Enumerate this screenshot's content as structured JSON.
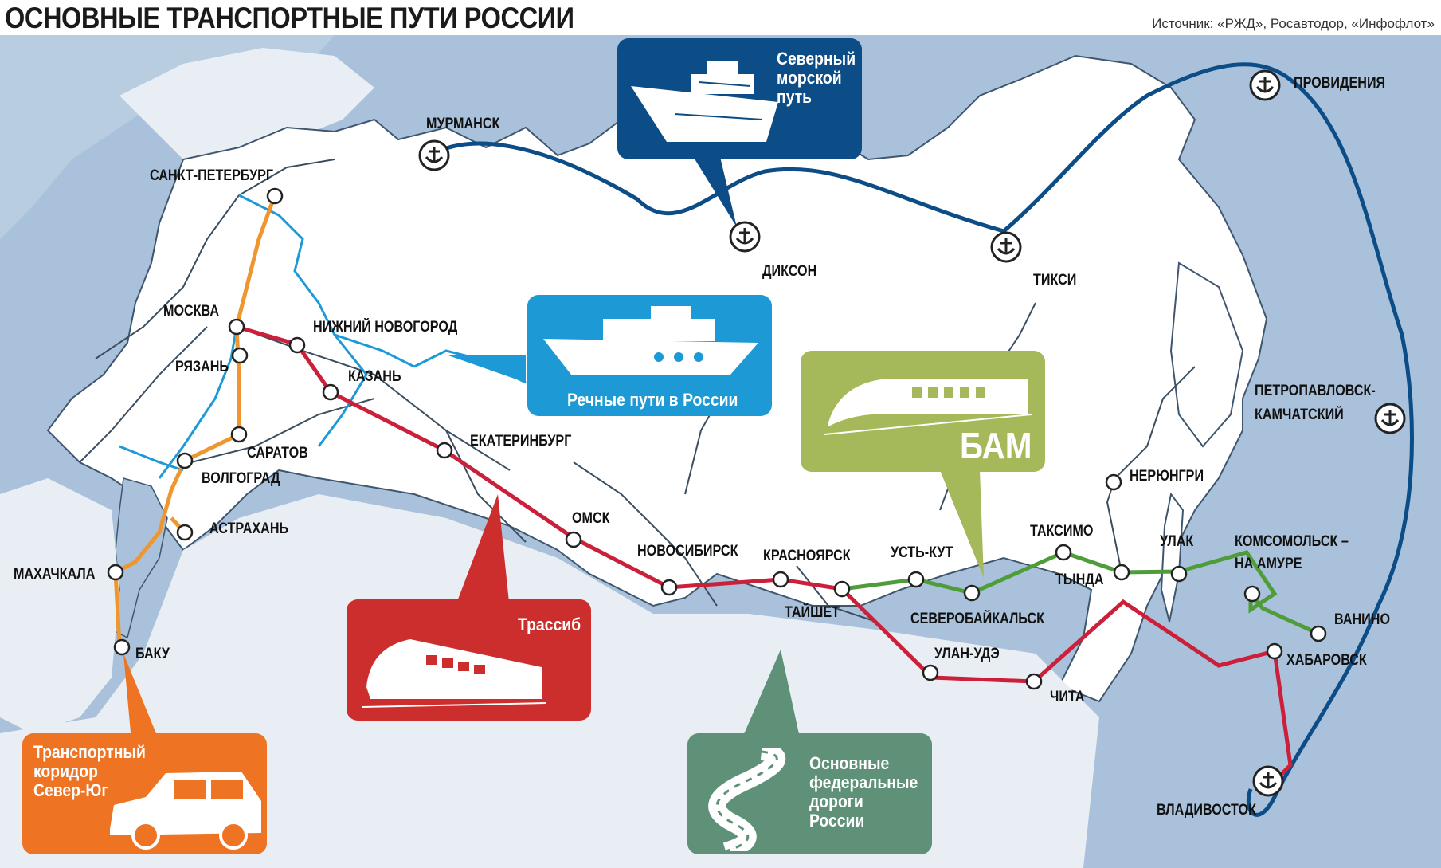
{
  "title": "ОСНОВНЫЕ ТРАНСПОРТНЫЕ ПУТИ РОССИИ",
  "source": "Источник: «РЖД», Росавтодор, «Инфофлот»",
  "colors": {
    "sea": "#a9c1da",
    "land": "#ffffff",
    "border": "#3f566f",
    "northern_sea_route": "#0d4d87",
    "rivers": "#1d9ad6",
    "bam": "#4e9d3a",
    "transsib": "#cc1f3a",
    "north_south": "#f0962e",
    "roads": "#3a4e60"
  },
  "legend_boxes": {
    "northern_sea_route": "Северный морской путь",
    "rivers": "Речные пути в России",
    "bam": "БАМ",
    "transsib": "Трассиб",
    "north_south": "Транспортный коридор Север-Юг",
    "roads": "Основные федеральные дороги России"
  },
  "cities": {
    "murmansk": "МУРМАНСК",
    "spb": "САНКТ-ПЕТЕРБУРГ",
    "moscow": "МОСКВА",
    "ryazan": "РЯЗАНЬ",
    "nizhny": "НИЖНИЙ НОВОГОРОД",
    "kazan": "КАЗАНЬ",
    "saratov": "САРАТОВ",
    "volgograd": "ВОЛГОГРАД",
    "astrakhan": "АСТРАХАНЬ",
    "makhachkala": "МАХАЧКАЛА",
    "baku": "БАКУ",
    "ekaterinburg": "ЕКАТЕРИНБУРГ",
    "omsk": "ОМСК",
    "novosibirsk": "НОВОСИБИРСК",
    "krasnoyarsk": "КРАСНОЯРСК",
    "taishet": "ТАЙШЕТ",
    "ust_kut": "УСТЬ-КУТ",
    "severobaikalsk": "СЕВЕРОБАЙКАЛЬСК",
    "taksimo": "ТАКСИМО",
    "tynda": "ТЫНДА",
    "neryungri": "НЕРЮНГРИ",
    "ulak": "УЛАК",
    "komsomolsk_1": "КОМСОМОЛЬСК –",
    "komsomolsk_2": "НА АМУРЕ",
    "vanino": "ВАНИНО",
    "khabarovsk": "ХАБАРОВСК",
    "ulan_ude": "УЛАН-УДЭ",
    "chita": "ЧИТА",
    "vladivostok": "ВЛАДИВОСТОК",
    "dikson": "ДИКСОН",
    "tiksi": "ТИКСИ",
    "provideniya": "ПРОВИДЕНИЯ",
    "petropavlovsk_1": "ПЕТРОПАВЛОВСК-",
    "petropavlovsk_2": "КАМЧАТСКИЙ"
  },
  "icons": {
    "ports": "anchor-icon",
    "stations": "station-circle-icon",
    "northern_sea_route": "icebreaker-ship-icon",
    "rivers": "river-cruise-ship-icon",
    "bam": "high-speed-train-icon",
    "transsib": "train-icon",
    "north_south": "car-icon",
    "roads": "winding-road-icon"
  }
}
